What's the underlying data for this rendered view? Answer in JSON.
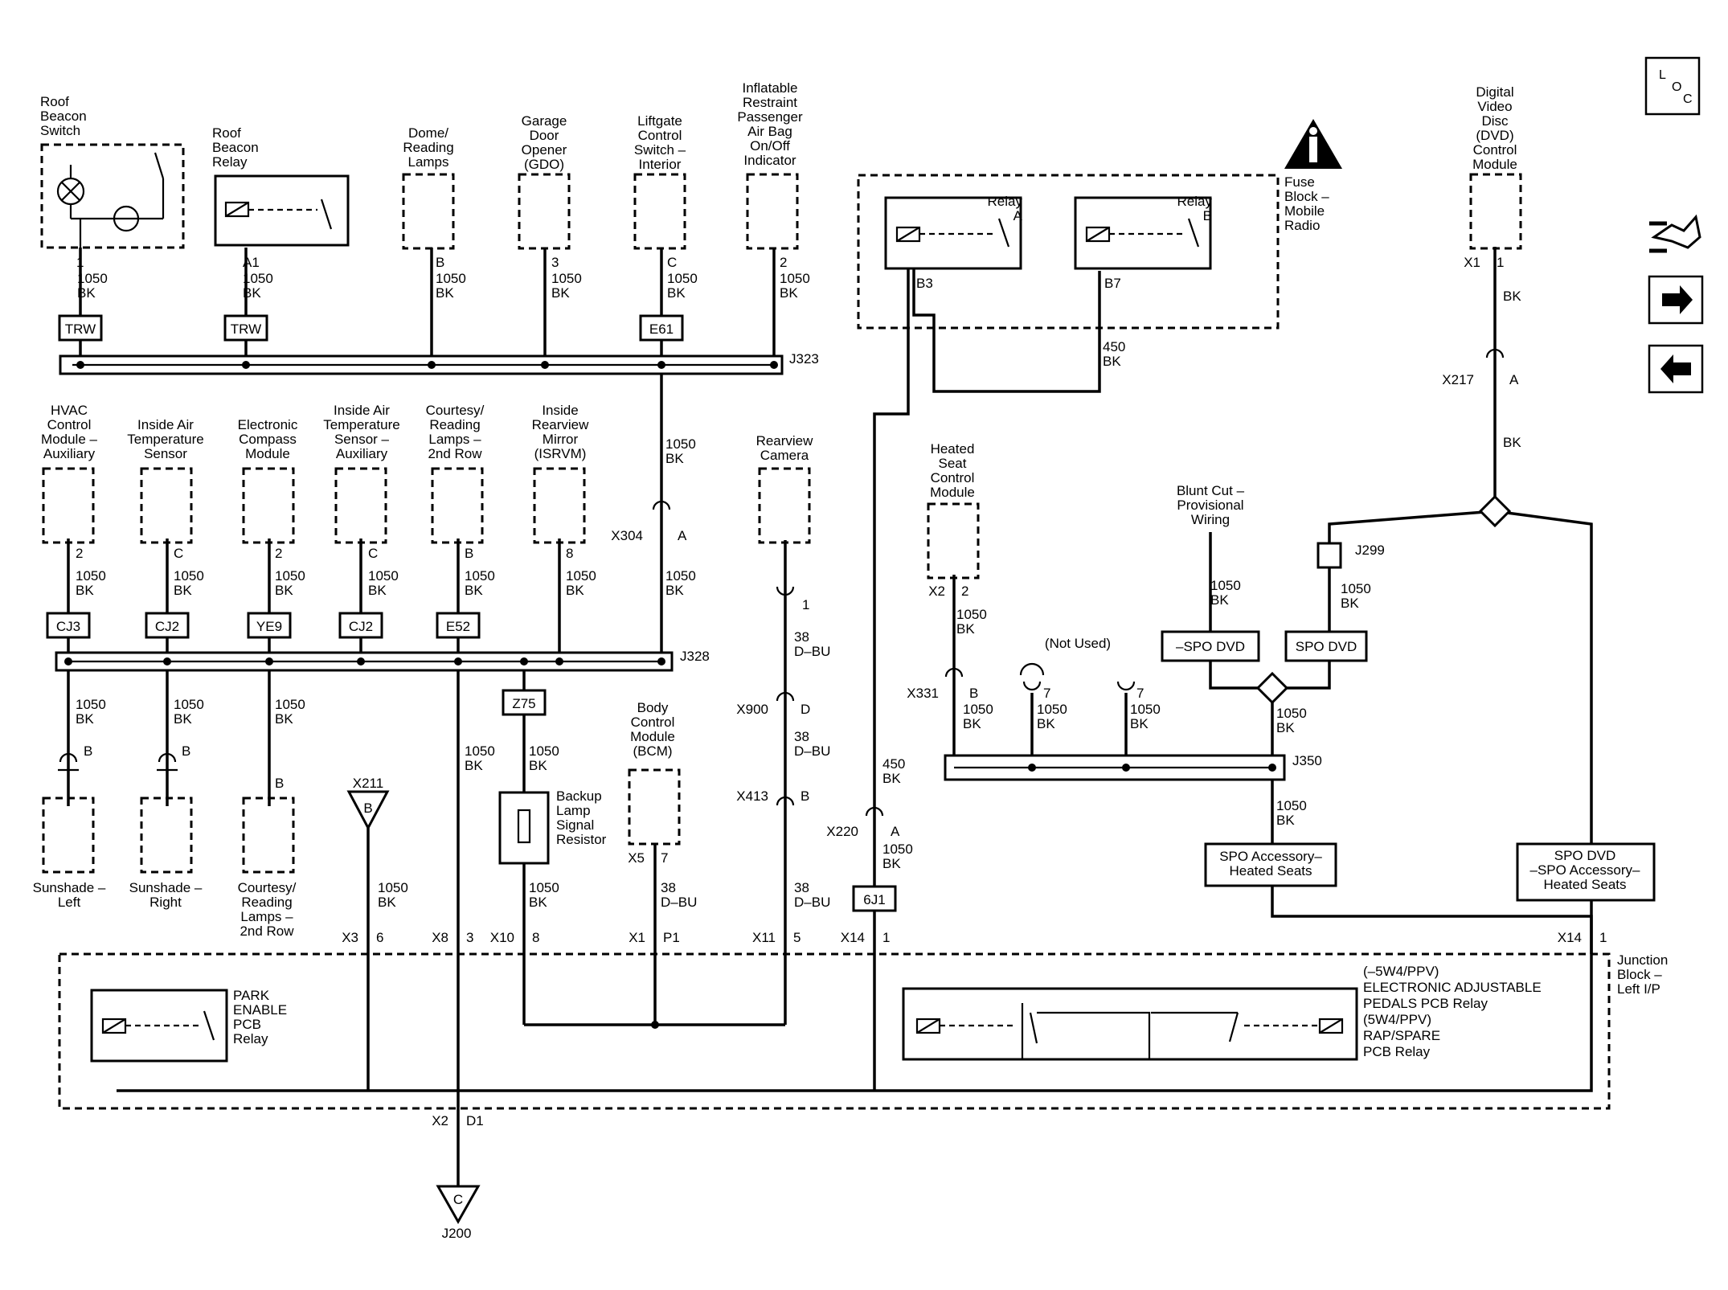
{
  "diagram": {
    "loc_label": "LOC",
    "icons": [
      "loc-icon",
      "schematic-connector-icon",
      "next-page-arrow-icon",
      "prev-page-arrow-icon",
      "info-warning-icon"
    ],
    "top_components": {
      "roof_beacon_switch": "Roof\nBeacon\nSwitch",
      "roof_beacon_relay": "Roof\nBeacon\nRelay",
      "dome_reading_lamps": "Dome/\nReading\nLamps",
      "garage_door_opener": "Garage\nDoor\nOpener\n(GDO)",
      "liftgate_control_switch": "Liftgate\nControl\nSwitch –\nInterior",
      "passenger_airbag_indicator": "Inflatable\nRestraint\nPassenger\nAir Bag\nOn/Off\nIndicator",
      "fuse_block_mobile_radio": "Fuse\nBlock –\nMobile\nRadio",
      "relay_a": "Relay\nA",
      "relay_b": "Relay\nB",
      "dvd_control_module": "Digital\nVideo\nDisc\n(DVD)\nControl\nModule"
    },
    "middle_components": {
      "hvac_aux": "HVAC\nControl\nModule –\nAuxiliary",
      "inside_air_temp": "Inside Air\nTemperature\nSensor",
      "compass": "Electronic\nCompass\nModule",
      "inside_air_temp_aux": "Inside Air\nTemperature\nSensor –\nAuxiliary",
      "courtesy_2nd_row_top": "Courtesy/\nReading\nLamps –\n2nd Row",
      "isrvm": "Inside\nRearview\nMirror\n(ISRVM)",
      "rearview_camera": "Rearview\nCamera",
      "heated_seat_module": "Heated\nSeat\nControl\nModule",
      "blunt_cut": "Blunt Cut –\nProvisional\nWiring",
      "not_used": "(Not Used)",
      "bcm": "Body\nControl\nModule\n(BCM)",
      "backup_resistor": "Backup\nLamp\nSignal\nResistor"
    },
    "bottom_components": {
      "sunshade_left": "Sunshade –\nLeft",
      "sunshade_right": "Sunshade –\nRight",
      "courtesy_2nd_row_bottom": "Courtesy/\nReading\nLamps –\n2nd Row",
      "junction_block": "Junction\nBlock –\nLeft I/P",
      "park_enable_relay": "PARK\nENABLE\nPCB\nRelay",
      "pedals_relay": "(–5W4/PPV)\nELECTRONIC ADJUSTABLE\nPEDALS PCB Relay\n(5W4/PPV)\nRAP/SPARE\nPCB Relay"
    },
    "option_boxes": {
      "spo_dvd_neg": "–SPO DVD",
      "spo_dvd": "SPO DVD",
      "spo_accessory_heated": "SPO Accessory–\nHeated Seats",
      "spo_dvd_combo": "SPO DVD\n–SPO Accessory–\nHeated Seats"
    },
    "splice_tags": [
      "TRW",
      "TRW",
      "E61",
      "CJ3",
      "CJ2",
      "YE9",
      "CJ2",
      "E52",
      "Z75",
      "6J1"
    ],
    "splices": {
      "j323": "J323",
      "j328": "J328",
      "j350": "J350",
      "j299": "J299",
      "j200": "J200"
    },
    "connectors": {
      "x304": "X304",
      "x304_pin": "A",
      "x217": "X217",
      "x217_pin": "A",
      "x900": "X900",
      "x900_pin": "D",
      "x413": "X413",
      "x413_pin": "B",
      "x220": "X220",
      "x220_pin": "A",
      "x331": "X331",
      "x331_pin": "B",
      "x211": "X211",
      "x211_pin": "B",
      "x200_pin": "C",
      "cam_pin": "1"
    },
    "pins": {
      "roof_switch": "1",
      "roof_relay": "A1",
      "dome": "B",
      "gdo": "3",
      "liftgate": "C",
      "airbag": "2",
      "relay_a": "B3",
      "relay_b": "B7",
      "dvd_x": "X1",
      "dvd_pin": "1",
      "hvac": "2",
      "iat": "C",
      "compass": "2",
      "iat_aux": "C",
      "courtesy_top": "B",
      "isrvm": "8",
      "heated_x": "X2",
      "heated_pin": "2",
      "bcm_x": "X5",
      "bcm_pin": "7",
      "sunshade_l": "B",
      "sunshade_r": "B",
      "courtesy_bottom": "B",
      "not_used_1": "7",
      "not_used_2": "7"
    },
    "jb_pins": [
      {
        "conn": "X3",
        "pin": "6"
      },
      {
        "conn": "X8",
        "pin": "3"
      },
      {
        "conn": "X10",
        "pin": "8"
      },
      {
        "conn": "X1",
        "pin": "P1"
      },
      {
        "conn": "X11",
        "pin": "5"
      },
      {
        "conn": "X14",
        "pin": "1"
      },
      {
        "conn": "X14",
        "pin": "1"
      },
      {
        "conn": "X2",
        "pin": "D1"
      }
    ],
    "wire_labels": {
      "bk_1050": "1050\nBK",
      "bk_450": "450\nBK",
      "dbu_38": "38\nD–BU",
      "bk": "BK"
    }
  }
}
